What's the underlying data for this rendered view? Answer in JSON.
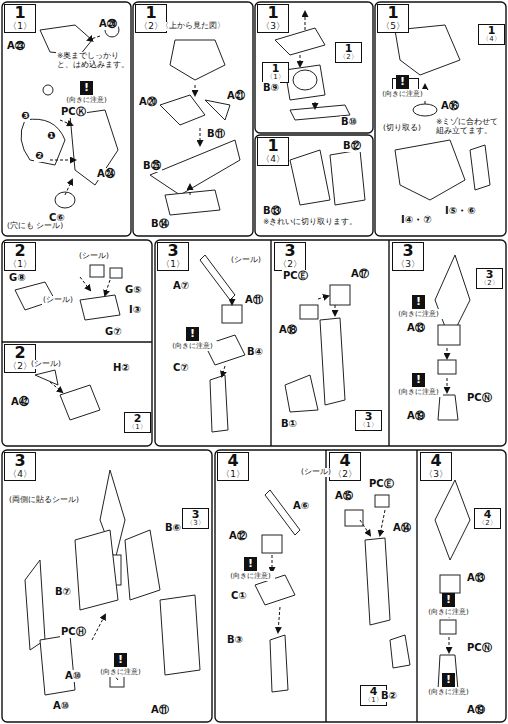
{
  "diagram": {
    "nodes": [
      {
        "text": [
          "1",
          "〈1〉"
        ]
      },
      {
        "text": [
          "1",
          "〈2〉"
        ]
      },
      {
        "text": [
          "1",
          "〈3〉"
        ]
      },
      {
        "text": [
          "1",
          "〈4〉"
        ]
      },
      {
        "text": [
          "1",
          "〈5〉"
        ]
      },
      {
        "text": [
          "2",
          "〈1〉"
        ]
      },
      {
        "text": [
          "2",
          "〈2〉"
        ]
      },
      {
        "text": [
          "3",
          "〈1〉"
        ]
      },
      {
        "text": [
          "3",
          "〈2〉"
        ]
      },
      {
        "text": [
          "3",
          "〈3〉"
        ]
      },
      {
        "text": [
          "3",
          "〈4〉"
        ]
      },
      {
        "text": [
          "4",
          "〈1〉"
        ]
      },
      {
        "text": [
          "4",
          "〈2〉"
        ]
      },
      {
        "text": [
          "4",
          "〈3〉"
        ]
      },
      {
        "text": [
          "1",
          "〈2〉"
        ]
      },
      {
        "text": [
          "1",
          "〈1〉"
        ]
      },
      {
        "text": [
          "1",
          "〈4〉"
        ]
      },
      {
        "text": [
          "1",
          "〈3〉"
        ]
      },
      {
        "text": [
          "2",
          "〈1〉"
        ]
      },
      {
        "text": [
          "3",
          "〈1〉"
        ]
      },
      {
        "text": [
          "3",
          "〈2〉"
        ]
      },
      {
        "text": [
          "3",
          "〈3〉"
        ]
      },
      {
        "text": [
          "4",
          "〈1〉"
        ]
      },
      {
        "text": [
          "4",
          "〈2〉"
        ]
      },
      {
        "text": [
          "!",
          "(向きに注意)"
        ]
      },
      {
        "text": [
          "!",
          "(向きに注意)"
        ]
      },
      {
        "text": [
          "!",
          "(向きに注意)"
        ]
      },
      {
        "text": [
          "!",
          "(向きに注意)"
        ]
      },
      {
        "text": [
          "!",
          "(向きに注意)"
        ]
      },
      {
        "text": [
          "!",
          "(向きに注意)"
        ]
      },
      {
        "text": [
          "!",
          "(向きに注意)"
        ]
      },
      {
        "text": [
          "!",
          "(向きに注意)"
        ]
      },
      {
        "text": [
          "!",
          "(向きに注意)"
        ]
      }
    ],
    "labels": [
      "A㉖",
      "A㉓",
      "※奥までしっかりと、はめ込みます。",
      "PCⓀ",
      "A㉔",
      "C⑥",
      "❶",
      "❷",
      "❸",
      "(穴にも シール)",
      "〈上から見た図〉",
      "A⑳",
      "A㉑",
      "B⑪",
      "B㉕",
      "B⑭",
      "B⑨",
      "B⑩",
      "B⑫",
      "B⑬",
      "※きれいに切り取ります。",
      "A⑯",
      "(切り取る)",
      "※ミゾに合わせて組み立てます。",
      "I⑤・⑥",
      "I④・⑦",
      "(シール)",
      "G⑧",
      "G⑤",
      "(シール)",
      "I③",
      "G⑦",
      "(シール)",
      "H②",
      "A㊷",
      "(シール)",
      "A⑦",
      "A⑪",
      "C⑦",
      "B④",
      "PCⒺ",
      "A⑰",
      "A⑱",
      "B①",
      "A⑬",
      "A⑲",
      "PCⓃ",
      "(両側に貼るシール)",
      "B⑥",
      "B⑦",
      "PCⒽ",
      "A⑩",
      "A⑩",
      "A⑪",
      "(シール)",
      "A⑥",
      "A⑫",
      "C①",
      "B③",
      "A⑮",
      "PCⒺ",
      "A⑭",
      "B②",
      "A⑬",
      "PCⓃ",
      "A⑲"
    ]
  }
}
